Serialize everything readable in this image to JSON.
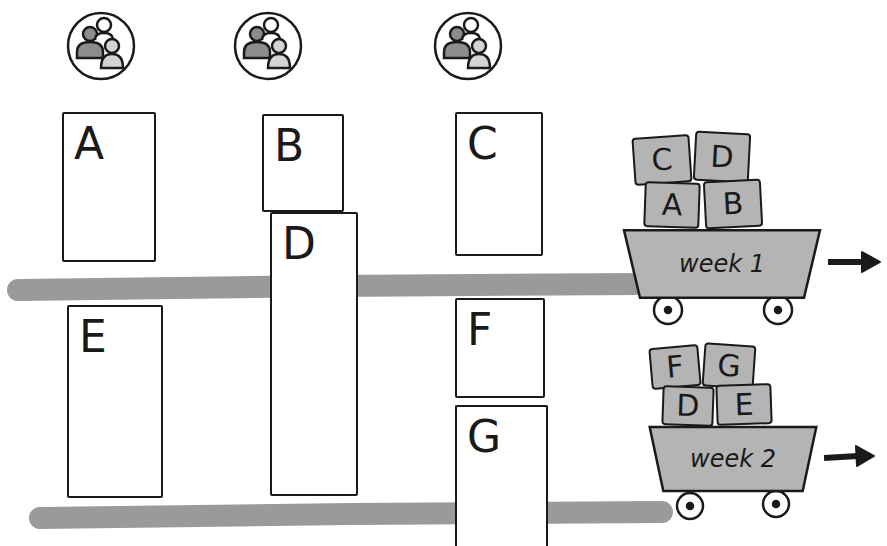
{
  "diagram": {
    "nodes": [
      {
        "text": [
          "A"
        ]
      },
      {
        "text": [
          "B"
        ]
      },
      {
        "text": [
          "C"
        ]
      },
      {
        "text": [
          "C"
        ]
      },
      {
        "text": [
          "D"
        ]
      },
      {
        "text": [
          "A"
        ]
      },
      {
        "text": [
          "B"
        ]
      },
      {
        "text": [
          "week 1"
        ]
      },
      {
        "text": [
          "D"
        ]
      },
      {
        "text": [
          "E"
        ]
      },
      {
        "text": [
          "F"
        ]
      },
      {
        "text": [
          "G"
        ]
      },
      {
        "text": [
          "F"
        ]
      },
      {
        "text": [
          "G"
        ]
      },
      {
        "text": [
          "D"
        ]
      },
      {
        "text": [
          "E"
        ]
      },
      {
        "text": [
          "week 2"
        ]
      }
    ]
  }
}
